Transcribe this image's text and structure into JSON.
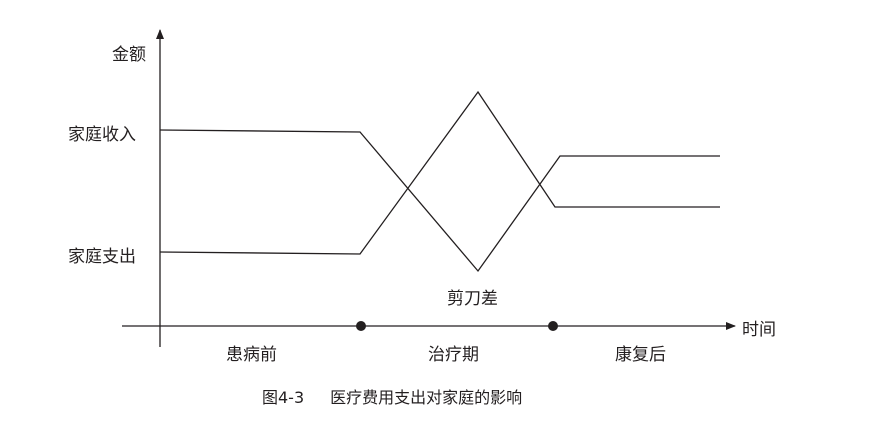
{
  "y_axis_label": "金额",
  "x_axis_label": "时间",
  "levels": {
    "income": "家庭收入",
    "expense": "家庭支出"
  },
  "phases": [
    "患病前",
    "治疗期",
    "康复后"
  ],
  "annotation": "剪刀差",
  "caption": {
    "number": "图4-3",
    "title": "医疗费用支出对家庭的影响"
  },
  "colors": {
    "line": "#231f20"
  }
}
